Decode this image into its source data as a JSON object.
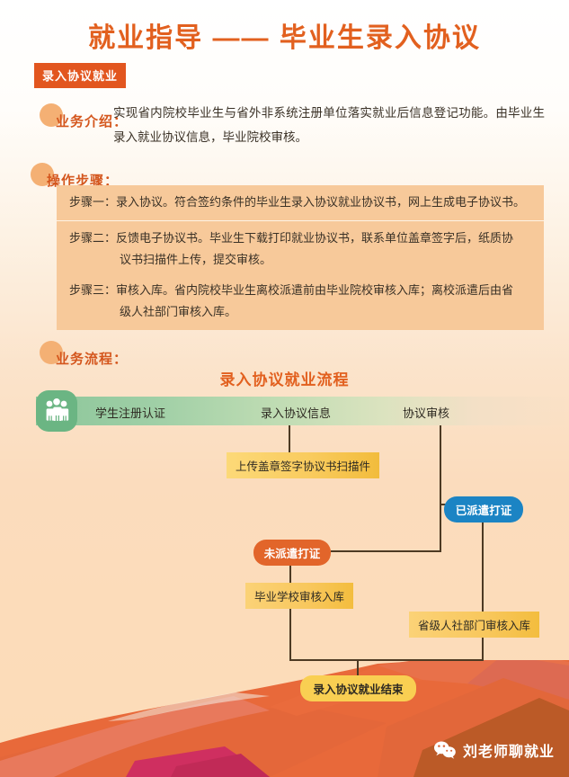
{
  "header": {
    "title": "就业指导 —— 毕业生录入协议",
    "badge": "录入协议就业",
    "title_color": "#e2601f",
    "badge_bg": "#e2561f"
  },
  "intro": {
    "label": "业务介绍：",
    "text": "实现省内院校毕业生与省外非系统注册单位落实就业后信息登记功能。由毕业生录入就业协议信息，毕业院校审核。"
  },
  "steps_section": {
    "label": "操作步骤：",
    "items": [
      {
        "prefix": "步骤一：",
        "text": "录入协议。符合签约条件的毕业生录入协议就业协议书，网上生成电子协议书。"
      },
      {
        "prefix": "步骤二：",
        "line1": "反馈电子协议书。毕业生下载打印就业协议书，联系单位盖章签字后，纸质协",
        "line2": "议书扫描件上传，提交审核。"
      },
      {
        "prefix": "步骤三：",
        "line1": "审核入库。省内院校毕业生离校派遣前由毕业院校审核入库；离校派遣后由省",
        "line2": "级人社部门审核入库。"
      }
    ]
  },
  "flow_section": {
    "label": "业务流程：",
    "chart_title": "录入协议就业流程",
    "bar_labels": [
      "学生注册认证",
      "录入协议信息",
      "协议审核"
    ],
    "nodes": {
      "upload": "上传盖章签字协议书扫描件",
      "dispatched": "已派遣打证",
      "not_dispatched": "未派遣打证",
      "school_review": "毕业学校审核入库",
      "province_review": "省级人社部门审核入库",
      "end": "录入协议就业结束"
    },
    "colors": {
      "gold": "#f9cb5e",
      "blue": "#1b84c4",
      "orange": "#e2652a",
      "yellow": "#f9cf52",
      "green": "#6bb583",
      "connector": "#4d3a23"
    },
    "icon": "people-icon"
  },
  "footer": {
    "watermark_text": "刘老师聊就业",
    "watermark_icon": "wechat-icon"
  }
}
